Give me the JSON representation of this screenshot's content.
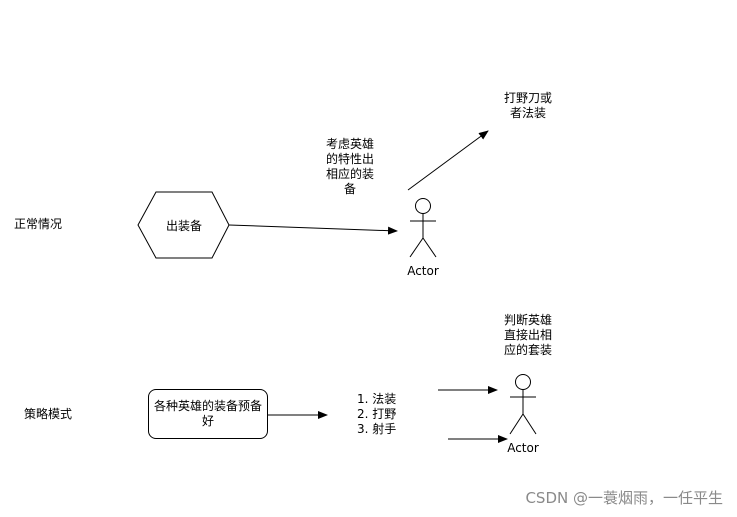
{
  "labels": {
    "normal_case": "正常情况",
    "strategy_mode": "策略模式"
  },
  "top": {
    "hexagon_text": "出装备",
    "consider_note": [
      "考虑英雄",
      "的特性出",
      "相应的装",
      "备"
    ],
    "result_note": [
      "打野刀或",
      "者法装"
    ],
    "actor_label": "Actor"
  },
  "bottom": {
    "box_text": "各种英雄的装备预备好",
    "list": [
      "1. 法装",
      "2. 打野",
      "3. 射手"
    ],
    "judge_note": [
      "判断英雄",
      "直接出相",
      "应的套装"
    ],
    "actor_label": "Actor"
  },
  "watermark": "CSDN @一蓑烟雨，一任平生"
}
